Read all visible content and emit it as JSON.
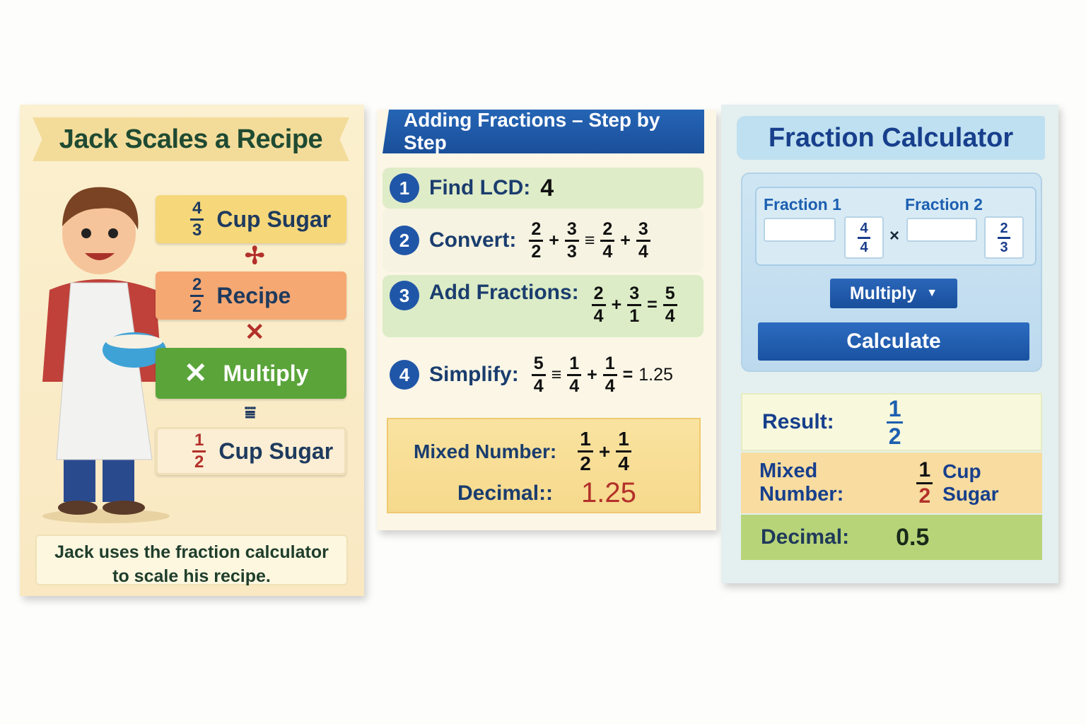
{
  "left": {
    "title": "Jack Scales a Recipe",
    "steps": [
      {
        "frac": {
          "n": "4",
          "d": "3"
        },
        "label": "Cup Sugar"
      },
      {
        "frac": {
          "n": "2",
          "d": "2"
        },
        "label": "Recipe"
      },
      {
        "label": "Multiply",
        "icon": "x-icon"
      },
      {
        "frac": {
          "n": "1",
          "d": "2"
        },
        "label": "Cup Sugar"
      }
    ],
    "arrows": [
      "✢",
      "✕",
      "⩸"
    ],
    "caption_line1": "Jack uses the fraction calculator",
    "caption_line2": "to scale his recipe."
  },
  "middle": {
    "title": "Adding Fractions – Step by Step",
    "steps": [
      {
        "num": "1",
        "label": "Find LCD:",
        "value": "4"
      },
      {
        "num": "2",
        "label": "Convert:",
        "terms": [
          {
            "n": "2",
            "d": "2"
          },
          {
            "n": "3",
            "d": "3"
          },
          {
            "n": "2",
            "d": "4"
          },
          {
            "n": "3",
            "d": "4"
          }
        ],
        "ops": [
          "+",
          "≡",
          "+"
        ]
      },
      {
        "num": "3",
        "label": "Add Fractions:",
        "terms": [
          {
            "n": "2",
            "d": "4"
          },
          {
            "n": "3",
            "d": "1"
          },
          {
            "n": "5",
            "d": "4"
          }
        ],
        "ops": [
          "+",
          "="
        ]
      },
      {
        "num": "4",
        "label": "Simplify:",
        "terms": [
          {
            "n": "5",
            "d": "4"
          },
          {
            "n": "1",
            "d": "4"
          },
          {
            "n": "1",
            "d": "4"
          }
        ],
        "ops": [
          "≡",
          "+",
          "="
        ],
        "result": "1.25"
      }
    ],
    "mixed_label": "Mixed Number:",
    "mixed": [
      {
        "n": "1",
        "d": "2"
      },
      {
        "n": "1",
        "d": "4"
      }
    ],
    "mixed_op": "+",
    "decimal_label": "Decimal::",
    "decimal": "1.25"
  },
  "right": {
    "title": "Fraction Calculator",
    "fraction1_label": "Fraction 1",
    "fraction2_label": "Fraction 2",
    "fraction1_input": "",
    "fraction2_input": "",
    "fraction1": {
      "n": "4",
      "d": "4"
    },
    "fraction2": {
      "n": "2",
      "d": "3"
    },
    "operator": "×",
    "operation": "Multiply",
    "calculate": "Calculate",
    "result_label": "Result:",
    "result": {
      "n": "1",
      "d": "2"
    },
    "mixed_label": "Mixed Number:",
    "mixed": {
      "n": "1",
      "d": "2"
    },
    "mixed_unit": "Cup Sugar",
    "decimal_label": "Decimal:",
    "decimal": "0.5"
  },
  "colors": {
    "accent_blue": "#2056a8",
    "result_red": "#b3302a",
    "multiply_green": "#5aa43a"
  }
}
